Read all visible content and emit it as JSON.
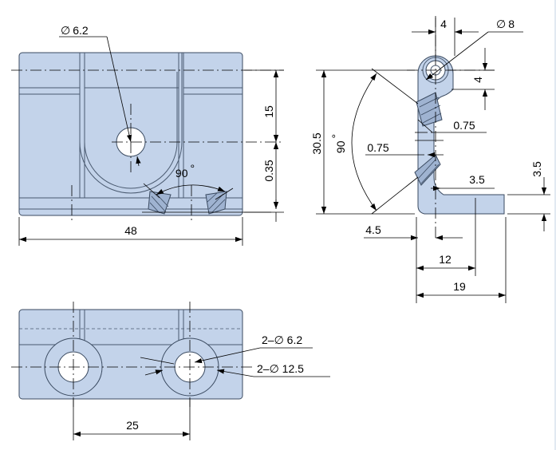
{
  "dims": {
    "top_hole_dia": "6.2",
    "height_15": "15",
    "slot_035": "0.35",
    "angle_left": "90",
    "width_48": "48",
    "bolt_dia_8": "8",
    "side_width_4": "4",
    "side_height_4": "4",
    "thick_075_right": "0.75",
    "thick_075_left": "0.75",
    "height_305": "30.5",
    "angle_side": "90",
    "foot_35": "3.5",
    "foot_h_35": "3.5",
    "offset_45": "4.5",
    "dist_12": "12",
    "dist_19": "19",
    "holes_small": "2–∅ 6.2",
    "holes_large": "2–∅ 12.5",
    "pitch_25": "25"
  },
  "symbols": {
    "degree": "°"
  },
  "colors": {
    "part_fill": "#c3d3ea",
    "outline": "#3a4a60",
    "ink": "#000000"
  }
}
